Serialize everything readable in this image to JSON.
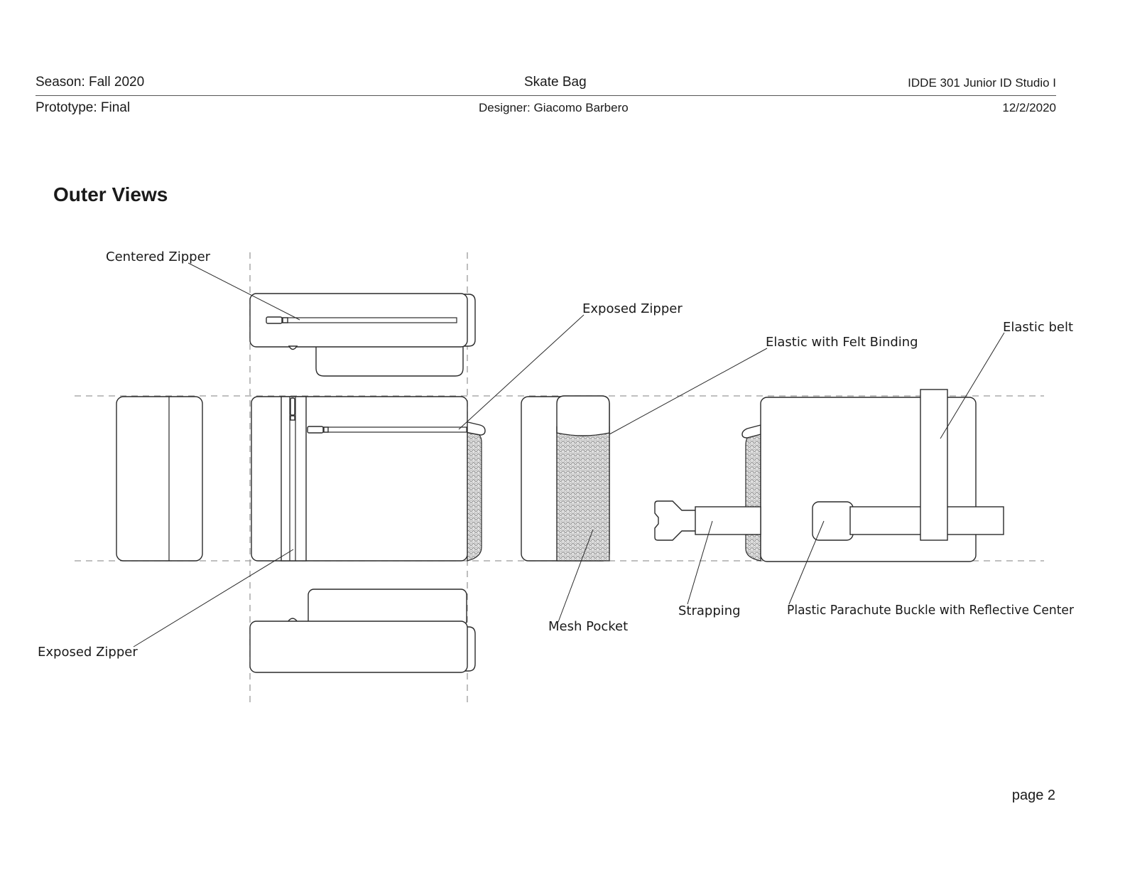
{
  "header": {
    "season": "Season: Fall 2020",
    "title": "Skate Bag",
    "course": "IDDE 301 Junior ID Studio I",
    "prototype": "Prototype: Final",
    "designer": "Designer: Giacomo Barbero",
    "date": "12/2/2020"
  },
  "section_title": "Outer Views",
  "callouts": {
    "centered_zipper": "Centered Zipper",
    "exposed_zipper_front": "Exposed Zipper",
    "elastic_felt_binding": "Elastic with Felt Binding",
    "elastic_belt": "Elastic belt",
    "exposed_zipper_side": "Exposed Zipper",
    "mesh_pocket": "Mesh Pocket",
    "strapping": "Strapping",
    "buckle": "Plastic Parachute Buckle with Reflective Center"
  },
  "footer": {
    "page": "page 2"
  }
}
